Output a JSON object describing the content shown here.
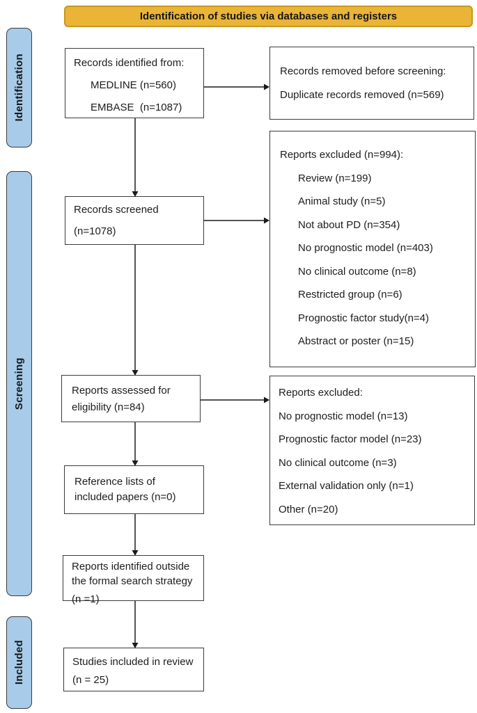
{
  "banner": {
    "label": "Identification of studies via databases and registers"
  },
  "stages": [
    {
      "label": "Identification"
    },
    {
      "label": "Screening"
    },
    {
      "label": "Included"
    }
  ],
  "flow": {
    "records_identified": {
      "title": "Records identified from:",
      "items": [
        "MEDLINE (n=560)",
        "EMBASE  (n=1087)"
      ]
    },
    "records_screened": {
      "lines": [
        "Records screened",
        "(n=1078)"
      ]
    },
    "reports_assessed": {
      "lines": [
        "Reports assessed for",
        "eligibility (n=84)"
      ]
    },
    "reference_lists": {
      "lines": [
        "Reference lists of",
        "included papers (n=0)"
      ]
    },
    "reports_outside": {
      "lines": [
        "Reports identified outside",
        "the formal search strategy",
        "(n =1)"
      ]
    },
    "studies_included": {
      "lines": [
        "Studies included in review",
        "(n = 25)"
      ]
    }
  },
  "exclusions": {
    "removed_before_screening": {
      "lines": [
        "Records removed before screening:",
        "Duplicate records removed (n=569)"
      ]
    },
    "screening": {
      "title": "Reports excluded (n=994):",
      "items": [
        "Review (n=199)",
        "Animal study (n=5)",
        "Not about PD (n=354)",
        "No prognostic model (n=403)",
        "No clinical outcome (n=8)",
        "Restricted group (n=6)",
        "Prognostic factor study(n=4)",
        "Abstract or poster (n=15)"
      ]
    },
    "eligibility": {
      "title": "Reports excluded:",
      "items": [
        "No prognostic model (n=13)",
        "Prognostic factor model (n=23)",
        "No clinical outcome (n=3)",
        "External validation only (n=1)",
        "Other (n=20)"
      ]
    }
  },
  "colors": {
    "banner_fill": "#EAB437",
    "banner_border": "#C8961E",
    "stage_fill": "#A7CBE9",
    "box_border": "#3A3A3A",
    "arrow": "#1A1A1A",
    "text": "#1C1C1C"
  }
}
